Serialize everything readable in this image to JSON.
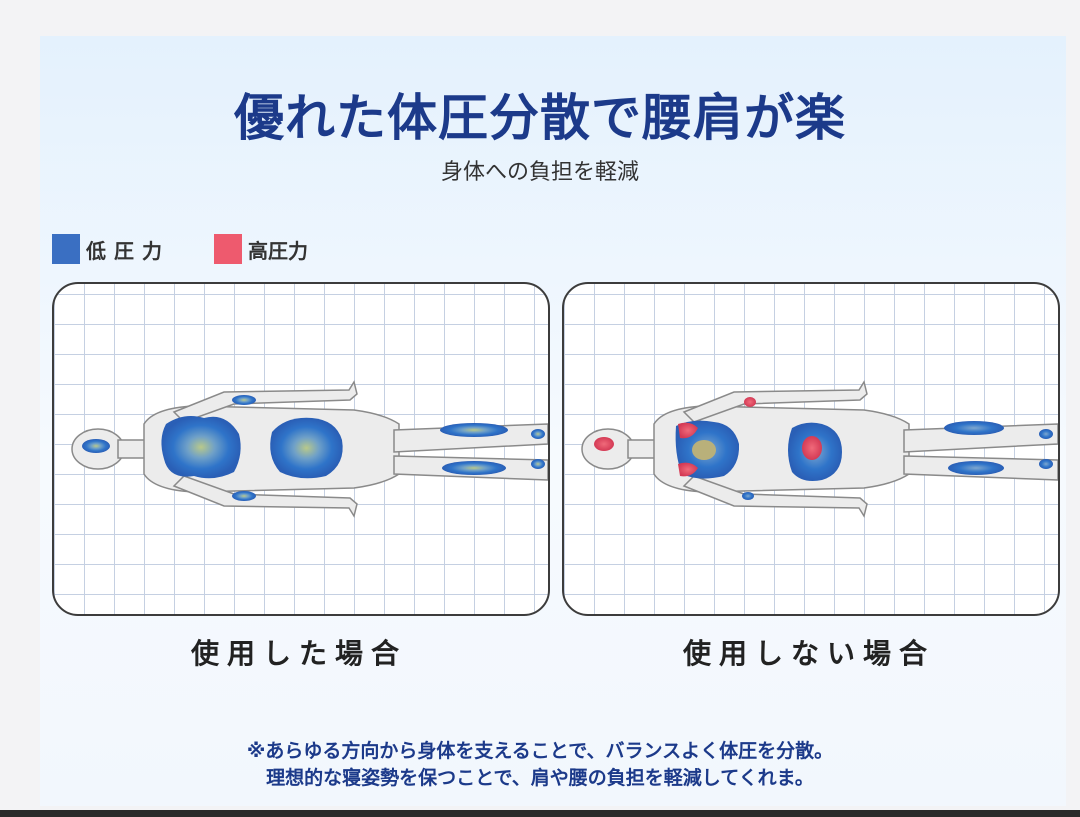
{
  "title": "優れた体圧分散で腰肩が楽",
  "subtitle": "身体への負担を軽減",
  "legend": {
    "low": {
      "label": "低圧力",
      "color": "#3a6fc2"
    },
    "high": {
      "label": "高圧力",
      "color": "#ee5a6e"
    }
  },
  "captions": {
    "with": "使用した場合",
    "without": "使用しない場合"
  },
  "notes": [
    "※あらゆる方向から身体を支えることで、バランスよく体圧を分散。",
    "理想的な寝姿勢を保つことで、肩や腰の負担を軽減してくれま。"
  ],
  "icons": [
    "body-silhouette-icon",
    "pressure-map-icon"
  ]
}
